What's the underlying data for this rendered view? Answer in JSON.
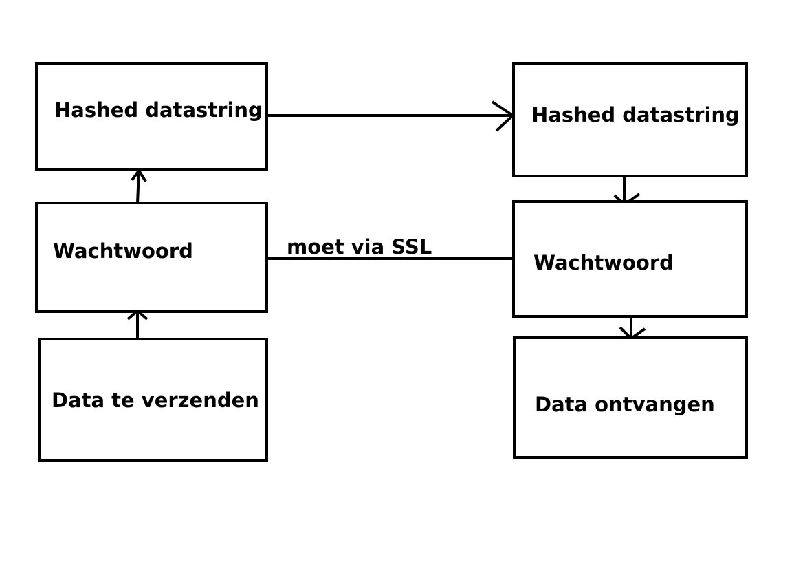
{
  "sender": {
    "hashed_label": "Hashed datastring",
    "password_label": "Wachtwoord",
    "data_label": "Data te verzenden"
  },
  "receiver": {
    "hashed_label": "Hashed datastring",
    "password_label": "Wachtwoord",
    "data_label": "Data ontvangen"
  },
  "connection_label": "moet via SSL",
  "colors": {
    "stroke": "#000000",
    "background": "#ffffff"
  }
}
